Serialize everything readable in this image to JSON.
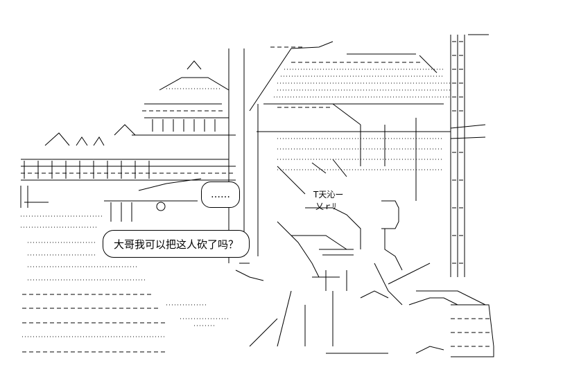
{
  "speech_bubble": {
    "text": "大哥我可以把这人砍了吗？"
  },
  "ellipsis_bubble": {
    "text": "……"
  },
  "glyphs": {
    "a": "T天沁ー",
    "b": "乂ｒﾘ"
  }
}
